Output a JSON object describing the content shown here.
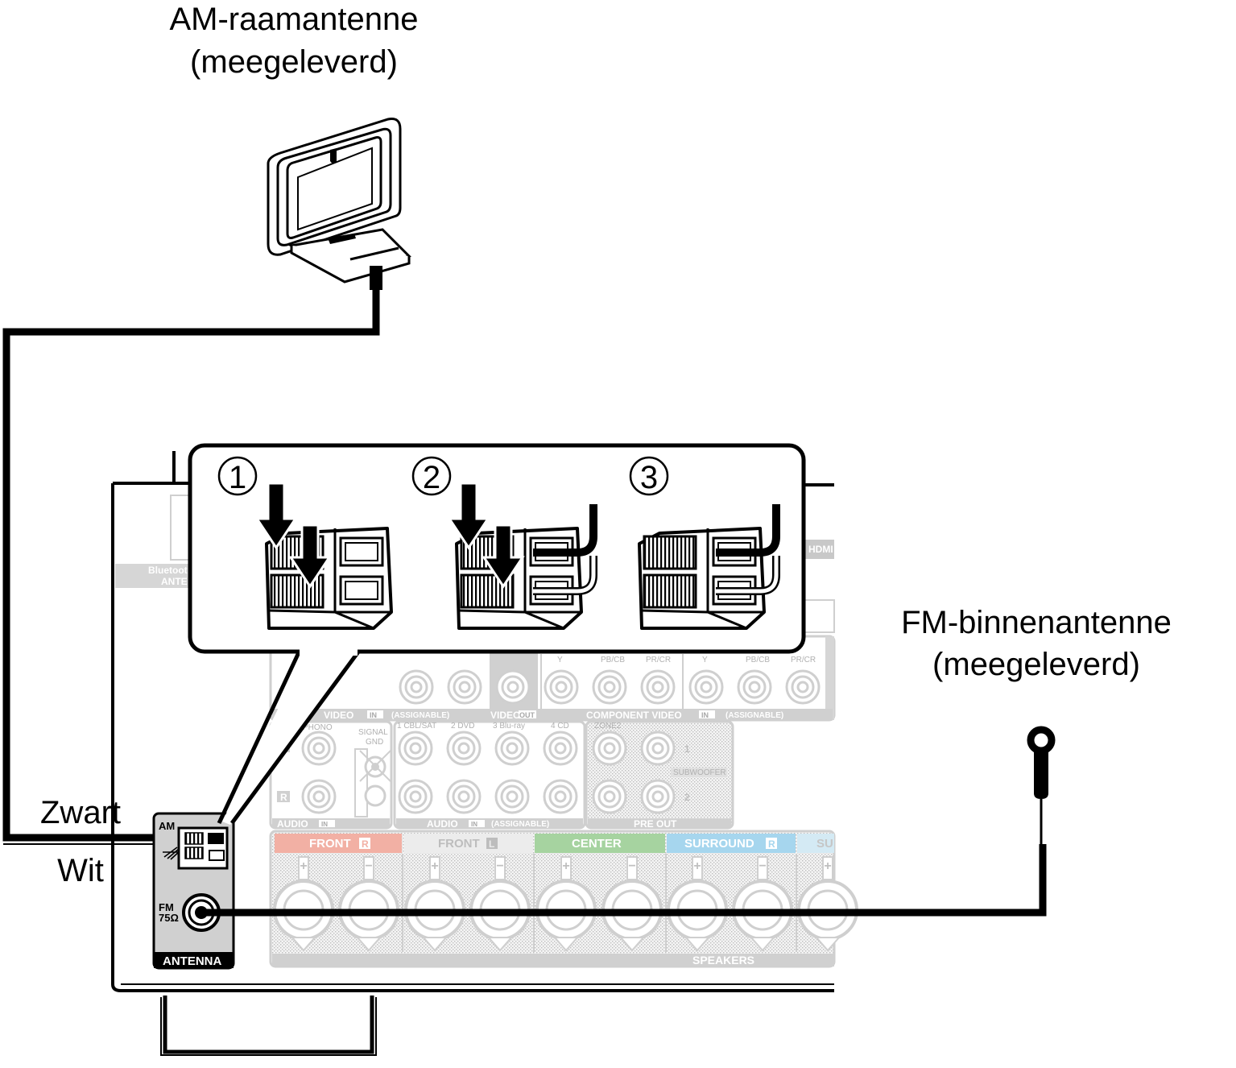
{
  "labels": {
    "am_title_line1": "AM-raamantenne",
    "am_title_line2": "(meegeleverd)",
    "fm_title_line1": "FM-binnenantenne",
    "fm_title_line2": "(meegeleverd)",
    "black_wire": "Zwart",
    "white_wire": "Wit"
  },
  "steps": [
    "1",
    "2",
    "3"
  ],
  "panel": {
    "antenna_section": "ANTENNA",
    "am_label": "AM",
    "fm_label": "FM",
    "fm_impedance": "75Ω",
    "bluetooth_label": "Bluetooth",
    "bluetooth_label2": "ANTE",
    "hdmi_label": "HDMI",
    "video_in": "VIDEO",
    "video_in_tag": "IN",
    "video_assignable": "(ASSIGNABLE)",
    "video_out": "VIDEO",
    "video_out_tag": "OUT",
    "component_video": "COMPONENT VIDEO",
    "component_in_tag": "IN",
    "component_assignable": "(ASSIGNABLE)",
    "comp_y": "Y",
    "comp_pb": "PB/CB",
    "comp_pr": "PR/CR",
    "phono": "PHONO",
    "signal_gnd_1": "SIGNAL",
    "signal_gnd_2": "GND",
    "audio_in_1": "AUDIO",
    "audio_in_1_tag": "IN",
    "audio_cbl": "1 CBL/SAT",
    "audio_dvd": "2 DVD",
    "audio_bluray": "3 Blu-ray",
    "audio_cd": "4 CD",
    "audio_in_2": "AUDIO",
    "audio_in_2_tag": "IN",
    "audio_in_2_assignable": "(ASSIGNABLE)",
    "zone2": "ZONE2",
    "subwoofer": "SUBWOOFER",
    "sub_1": "1",
    "sub_2": "2",
    "pre_out": "PRE OUT",
    "speaker_r": "R",
    "front_r": "FRONT",
    "front_r_tag": "R",
    "front_l": "FRONT",
    "front_l_tag": "L",
    "center": "CENTER",
    "surround_r": "SURROUND",
    "surround_r_tag": "R",
    "surround_cut": "SU",
    "speakers": "SPEAKERS",
    "plus": "+",
    "minus": "−"
  },
  "colors": {
    "front_r": "#f2b0a4",
    "front_l": "#ececec",
    "center": "#a6d3a0",
    "surround_r": "#a6d6ee",
    "surround_next": "#d4eaf4",
    "panel_gray": "#d0d0d0",
    "line": "#000000"
  }
}
